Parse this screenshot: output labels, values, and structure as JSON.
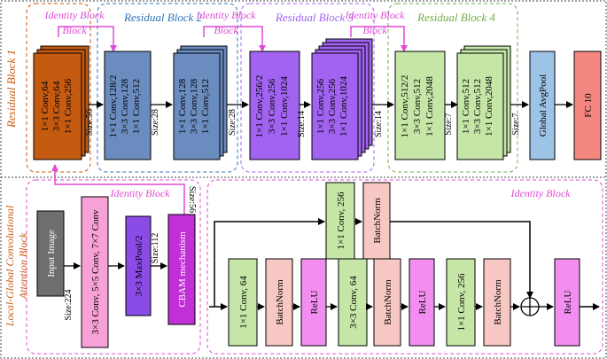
{
  "regions": {
    "top_label": "Residual Block 1",
    "bottom_label_1": "Local-Global Convolutional",
    "bottom_label_2": "Attention Block"
  },
  "residual_titles": {
    "rb2": "Residual Block 2",
    "rb3": "Residual Block 3",
    "rb4": "Residual Block 4"
  },
  "identity_labels": {
    "id1": "Identity Block",
    "id2": "Identity Block",
    "id3": "Identity Block",
    "id4": "Identity Block",
    "bottom": "Identity Block",
    "right": "Identity Block"
  },
  "layers": {
    "rb1": [
      "1×1 Conv,64",
      "3×3 Conv,64",
      "1×1 Conv,256"
    ],
    "rb2a": [
      "1×1 Conv,128/2",
      "3×3 Conv,128",
      "1×1 Conv,512"
    ],
    "rb2b": [
      "1×1 Conv,128",
      "3×3 Conv,128",
      "1×1 Conv,512"
    ],
    "rb3a": [
      "1×1 Conv,256/2",
      "3×3 Conv,256",
      "1×1 Conv,1024"
    ],
    "rb3b": [
      "1×1 Conv,256",
      "3×3 Conv,256",
      "1×1 Conv,1024"
    ],
    "rb4a": [
      "1×1 Conv,512/2",
      "3×3 Conv,512",
      "1×1 Conv,2048"
    ],
    "rb4b": [
      "1×1 Conv,512",
      "3×3 Conv,512",
      "1×1 Conv,2048"
    ],
    "gap": "Global AvgPool",
    "fc": "FC 10"
  },
  "sizes": {
    "s56": "Size:56",
    "s28a": "Size:28",
    "s28b": "Size:28",
    "s14a": "Size:14",
    "s14b": "Size:14",
    "s7a": "Size:7",
    "s7b": "Size:7",
    "s224": "Size:224",
    "s112": "Size:112",
    "s56b": "Size:56"
  },
  "lgca": {
    "input": "Input Image",
    "multiconv": "3×3 Conv, 5×5 Conv, 7×7 Conv",
    "maxpool": "3×3 MaxPool/2",
    "cbam": "CBAM mechanism"
  },
  "identity_detail": {
    "short_conv": "1×1 Conv, 256",
    "short_bn": "BatchNorm",
    "conv1": "1×1 Conv, 64",
    "bn1": "BatchNorm",
    "relu1": "ReLU",
    "conv2": "3×3 Conv, 64",
    "bn2": "BatchNorm",
    "relu2": "ReLU",
    "conv3": "1×1 Conv, 256",
    "bn3": "BatchNorm",
    "relu_out": "ReLU"
  },
  "colors": {
    "rb1": "#c55a11",
    "rb2": "#6a8cbf",
    "rb3": "#a163f0",
    "rb4": "#b7e1a1",
    "gap": "#9dc3e6",
    "fc": "#f4877f",
    "input": "#6e6e6e",
    "pink": "#f7a1d6",
    "maxpool": "#8a4be6",
    "cbam": "#c12fd6",
    "green": "#c5e6a6",
    "bn": "#f7c7c3",
    "relu": "#f28ef0",
    "identity": "#e04bd6"
  }
}
